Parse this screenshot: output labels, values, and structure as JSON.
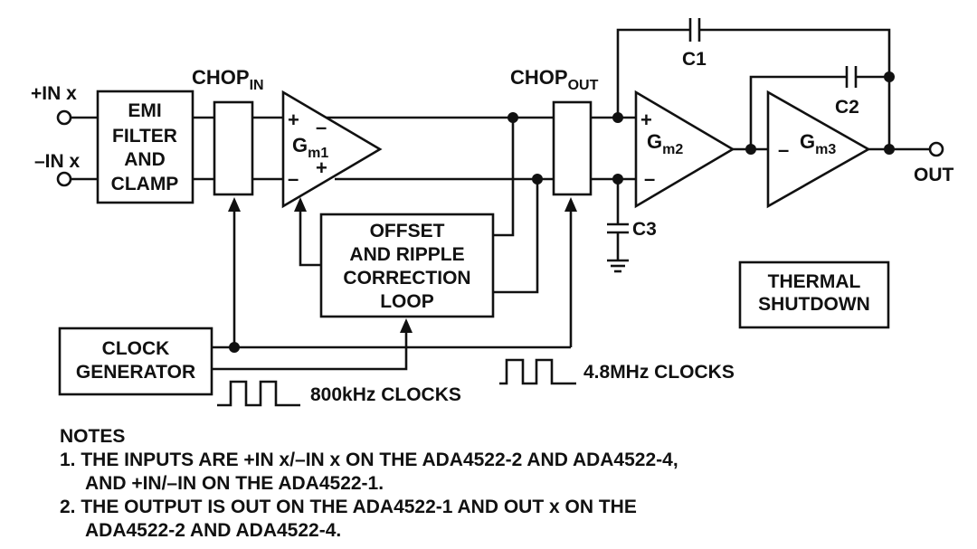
{
  "labels": {
    "in_pos": "+IN x",
    "in_neg": "–IN x",
    "emi_1": "EMI",
    "emi_2": "FILTER",
    "emi_3": "AND",
    "emi_4": "CLAMP",
    "chop": "CHOP",
    "chop_in_sub": "IN",
    "chop_out_sub": "OUT",
    "gm": "G",
    "gm1_sub": "m1",
    "gm2_sub": "m2",
    "gm3_sub": "m3",
    "plus": "+",
    "minus": "–",
    "c1": "C1",
    "c2": "C2",
    "c3": "C3",
    "out": "OUT",
    "offset_1": "OFFSET",
    "offset_2": "AND RIPPLE",
    "offset_3": "CORRECTION",
    "offset_4": "LOOP",
    "thermal_1": "THERMAL",
    "thermal_2": "SHUTDOWN",
    "clock_1": "CLOCK",
    "clock_2": "GENERATOR",
    "clk_800k": "800kHz CLOCKS",
    "clk_4m8": "4.8MHz CLOCKS"
  },
  "notes": {
    "title": "NOTES",
    "n1_line1": "1. THE INPUTS ARE +IN x/–IN x ON THE ADA4522-2 AND ADA4522-4,",
    "n1_line2": "AND +IN/–IN ON THE ADA4522-1.",
    "n2_line1": "2. THE OUTPUT IS OUT ON THE ADA4522-1 AND OUT x ON THE",
    "n2_line2": "ADA4522-2 AND ADA4522-4."
  }
}
